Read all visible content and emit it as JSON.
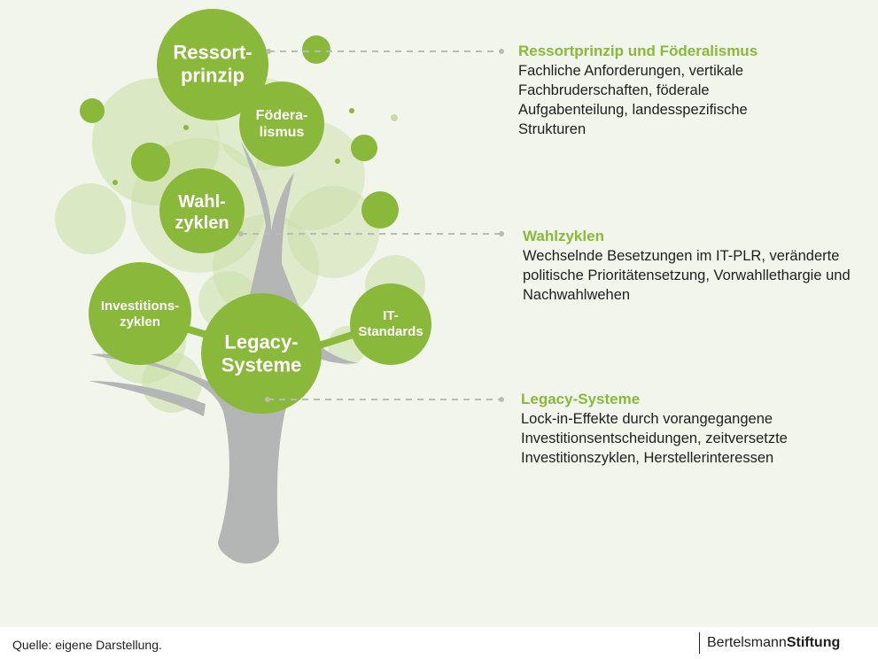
{
  "colors": {
    "panel_bg": "#f1f5ec",
    "circle_green": "#8ab83a",
    "light_green": "#c7dea2",
    "trunk_gray": "#b3b6b4",
    "connector_gray": "#b8bcb8",
    "title_green": "#8ab83a"
  },
  "circles": [
    {
      "id": "ressortprinzip",
      "label": "Ressort-\nprinzip"
    },
    {
      "id": "foederalismus",
      "label": "Födera-\nlismus"
    },
    {
      "id": "wahlzyklen",
      "label": "Wahl-\nzyklen"
    },
    {
      "id": "investitionszyklen",
      "label": "Investitions-\nzyklen"
    },
    {
      "id": "legacy",
      "label": "Legacy-\nSysteme"
    },
    {
      "id": "itstandards",
      "label": "IT-\nStandards"
    }
  ],
  "annotations": [
    {
      "title": "Ressortprinzip und Föderalismus",
      "text": "Fachliche Anforderungen, vertikale Fachbruderschaften, föderale Aufgabenteilung, landesspezifische Strukturen"
    },
    {
      "title": "Wahlzyklen",
      "text": "Wechselnde Besetzungen im IT-PLR, veränderte politische Prioritätensetzung, Vorwahllethargie und Nachwahlwehen"
    },
    {
      "title": "Legacy-Systeme",
      "text": "Lock-in-Effekte durch vorangegangene Investitionsentscheidungen, zeitversetzte Investitionszyklen, Herstellerinteressen"
    }
  ],
  "footer": {
    "source": "Quelle: eigene Darstellung.",
    "logo_part1": "Bertelsmann",
    "logo_part2": "Stiftung"
  }
}
